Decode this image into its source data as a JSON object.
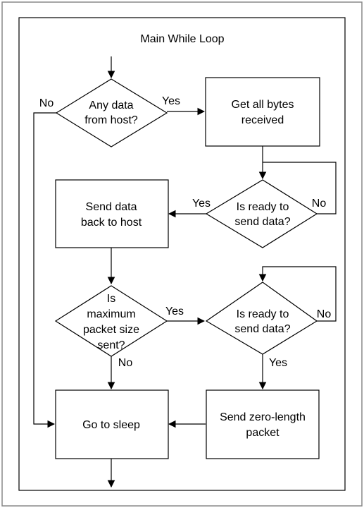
{
  "title": "Main While Loop",
  "nodes": {
    "any_data": [
      "Any data",
      "from host?"
    ],
    "get_bytes": [
      "Get all bytes",
      "received"
    ],
    "ready1": [
      "Is ready to",
      "send data?"
    ],
    "send_back": [
      "Send data",
      "back to host"
    ],
    "max_packet": [
      "Is",
      "maximum",
      "packet size",
      "sent?"
    ],
    "ready2": [
      "Is ready to",
      "send data?"
    ],
    "sleep": [
      "Go to sleep"
    ],
    "zero_length": [
      "Send zero-length",
      "packet"
    ]
  },
  "labels": {
    "no_any_data": "No",
    "yes_any_data": "Yes",
    "yes_ready1": "Yes",
    "no_ready1": "No",
    "yes_max_packet": "Yes",
    "no_max_packet": "No",
    "no_ready2": "No",
    "yes_ready2": "Yes"
  }
}
